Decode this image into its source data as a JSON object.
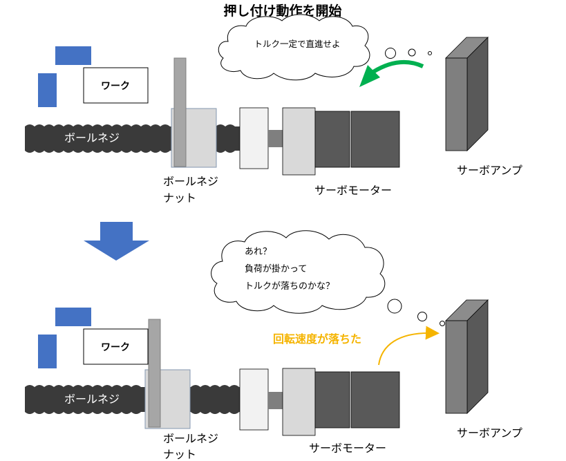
{
  "title": "押し付け動作を開始",
  "top": {
    "work_label": "ワーク",
    "ballscrew_label": "ボールネジ",
    "nut_label_line1": "ボールネジ",
    "nut_label_line2": "ナット",
    "motor_label": "サーボモーター",
    "amp_label": "サーボアンプ",
    "bubble_text": "トルク一定で直進せよ"
  },
  "bottom": {
    "work_label": "ワーク",
    "ballscrew_label": "ボールネジ",
    "nut_label_line1": "ボールネジ",
    "nut_label_line2": "ナット",
    "motor_label": "サーボモーター",
    "amp_label": "サーボアンプ",
    "bubble_line1": "あれ？",
    "bubble_line2": "負荷が掛かって",
    "bubble_line3": "トルクが落ちのかな？",
    "speed_note": "回転速度が落ちた"
  },
  "colors": {
    "block_blue": "#4472c4",
    "screw_dark": "#3a3a3a",
    "motor_dark": "#595959",
    "amp_gray": "#7f7f7f",
    "command_arrow_green": "#00b050",
    "feedback_arrow_orange": "#f5b400",
    "down_arrow_blue": "#4472c4"
  }
}
